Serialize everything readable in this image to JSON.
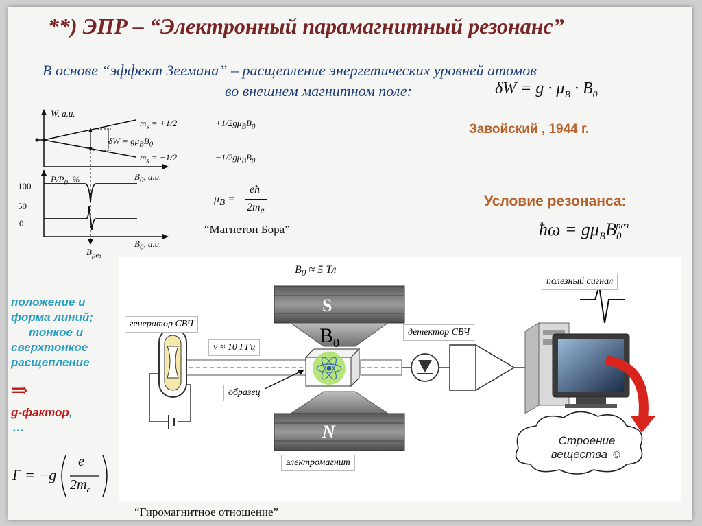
{
  "title": "**)  ЭПР – “Электронный парамагнитный резонанс”",
  "intro": {
    "line1": "В основе “эффект Зеемана” – расщепление  энергетических  уровней  атомов",
    "line2": "во  внешнем  магнитном  поле:",
    "formula": "δW = g · μ",
    "formula_sub": "B",
    "formula_tail": " · B",
    "formula_sub2": "0"
  },
  "zavoisky": "Завойский ,  1944 г.",
  "resonance_title": "Условие резонанса:",
  "resonance_formula": "ħω = gμ",
  "resonance_sub": "B",
  "resonance_B": "B",
  "resonance_sub0": "0",
  "resonance_sup": "рез",
  "graph": {
    "w_axis": "W, a.u.",
    "ms_plus": "m",
    "ms_plus_tail": " = +1/2",
    "ms_minus_tail": " = −1/2",
    "ms_sub": "s",
    "plus_energy": "+1/2gμ",
    "minus_energy": "−1/2gμ",
    "energy_tail": "B",
    "energy_sub": "B",
    "energy_sub0": "0",
    "dw_label": "δW = gμ",
    "dw_tail": "B",
    "b0_axis": "B",
    "b0_axis_tail": ", a.u.",
    "pp_axis": "P/P",
    "pp_axis_tail": ", %",
    "y100": "100",
    "y50": "50",
    "y0": "0",
    "b_res": "B",
    "b_res_sub": "рез"
  },
  "bohr": {
    "lhs": "μ",
    "lhs_sub": "B",
    "eq": "=",
    "num": "eħ",
    "den": "2m",
    "den_sub": "e",
    "caption": "“Магнетон Бора”"
  },
  "left_list": {
    "line1": "положение и",
    "line2": "форма линий;",
    "line3": "тонкое и",
    "line4": "сверхтонкое",
    "line5": "расщепление",
    "arrow": "⇒",
    "gfactor": "g-фактор",
    "comma": ",",
    "dots": "…"
  },
  "gyro": {
    "lhs": "Γ = −g",
    "num": "e",
    "den": "2m",
    "den_sub": "e",
    "caption": "“Гиромагнитное отношение”"
  },
  "diagram": {
    "b0_field": "B",
    "b0_field_tail": " ≈ 5 Тл",
    "pole_s": "S",
    "pole_n": "N",
    "b0_big": "B",
    "b0_big_sub": "0",
    "generator": "генератор СВЧ",
    "freq": "ν ≈ 10 ГГц",
    "detector": "детектор СВЧ",
    "signal": "полезный сигнал",
    "sample": "образец",
    "magnet": "электромагнит",
    "cloud_line1": "Строение",
    "cloud_line2": "вещества ☺"
  },
  "colors": {
    "title": "#7a2525",
    "intro": "#1f3f7a",
    "accent": "#b7602a",
    "list": "#2a9fc0",
    "red": "#c01818"
  }
}
